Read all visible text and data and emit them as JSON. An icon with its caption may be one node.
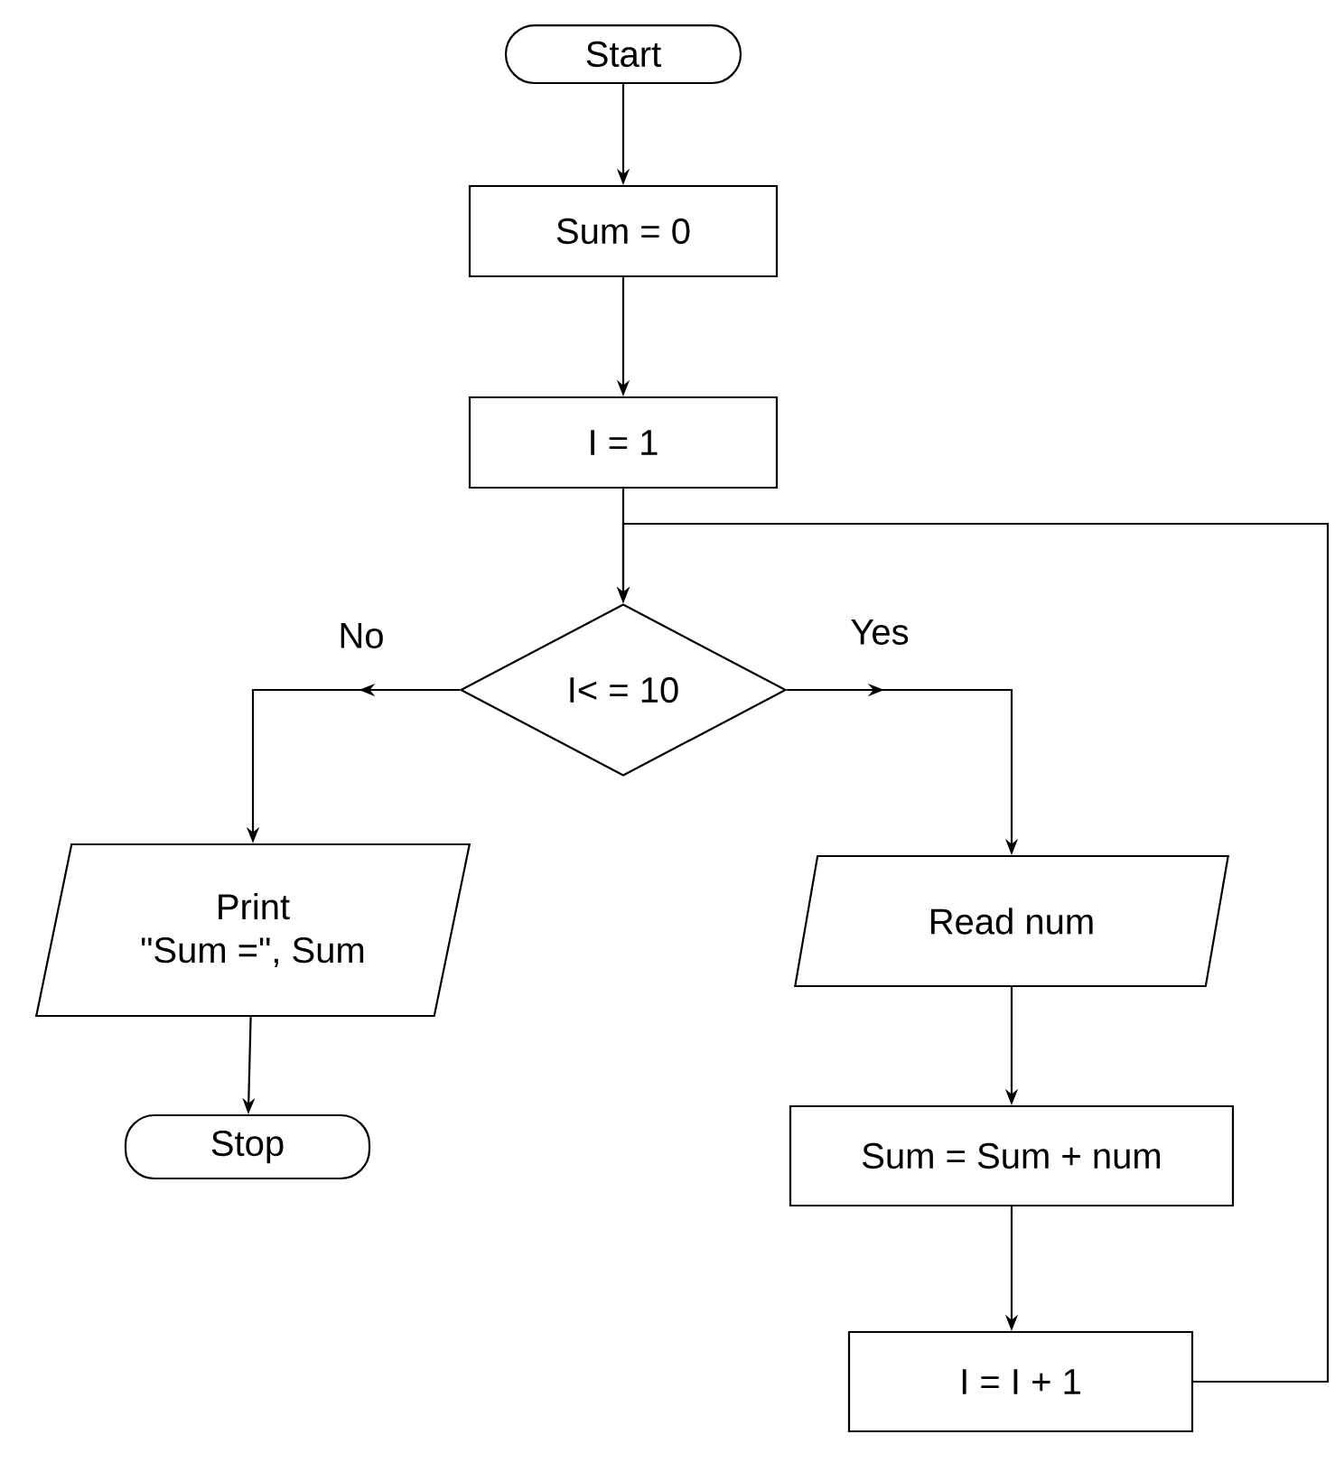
{
  "diagram": {
    "nodes": [
      {
        "text": [
          "Start"
        ]
      },
      {
        "text": [
          "Sum = 0"
        ]
      },
      {
        "text": [
          "I = 1"
        ]
      },
      {
        "text": [
          "I< = 10"
        ]
      },
      {
        "text": [
          "Print",
          "\"Sum =\", Sum"
        ]
      },
      {
        "text": [
          "Stop"
        ]
      },
      {
        "text": [
          "Read num"
        ]
      },
      {
        "text": [
          "Sum = Sum + num"
        ]
      },
      {
        "text": [
          "I = I + 1"
        ]
      }
    ],
    "edges": [
      {
        "from": 0,
        "to": 1,
        "arrow": "to"
      },
      {
        "from": 1,
        "to": 2,
        "arrow": "to"
      },
      {
        "from": 2,
        "to": 3,
        "arrow": "to"
      },
      {
        "from": 3,
        "to": 4,
        "arrow": "to",
        "label": "No"
      },
      {
        "from": 3,
        "to": 6,
        "arrow": "to",
        "label": "Yes"
      },
      {
        "from": 4,
        "to": 5,
        "arrow": "to"
      },
      {
        "from": 6,
        "to": 7,
        "arrow": "to"
      },
      {
        "from": 7,
        "to": 8,
        "arrow": "to"
      },
      {
        "from": 8,
        "to": 3,
        "arrow": "to"
      }
    ]
  }
}
